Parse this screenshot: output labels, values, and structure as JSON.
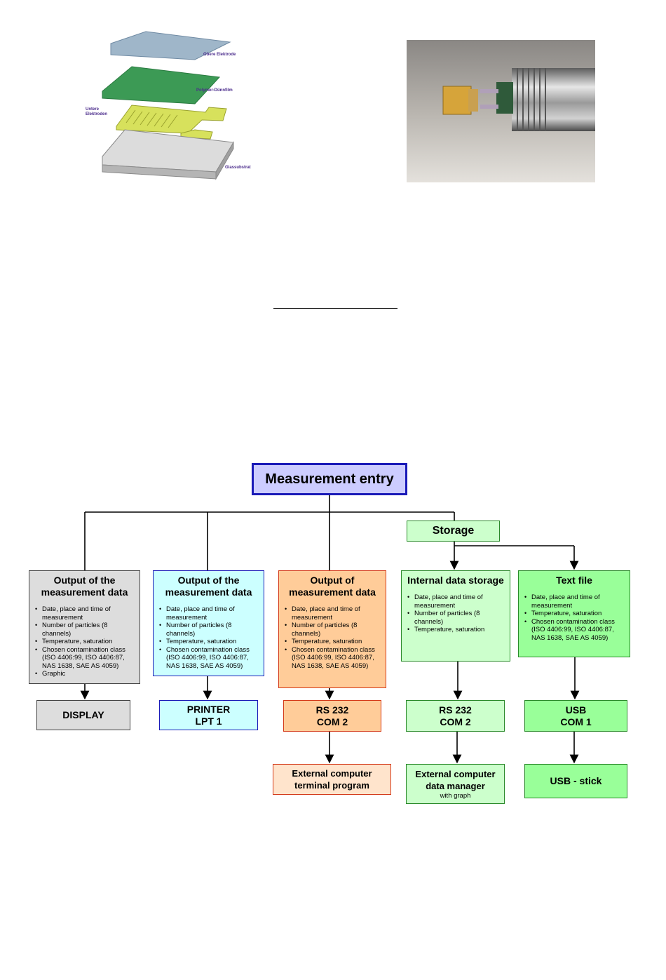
{
  "illustration": {
    "labels": [
      "Obere Elektrode",
      "Polymer-Dünnfilm",
      "Untere Elektroden",
      "Glassubstrat"
    ]
  },
  "flow": {
    "entry": "Measurement entry",
    "storage": "Storage",
    "columns": [
      {
        "title": "Output of the measurement data",
        "items": [
          "Date, place and time of measurement",
          "Number of particles (8 channels)",
          "Temperature, saturation",
          "Chosen contamination class (ISO 4406:99, ISO 4406:87, NAS 1638, SAE AS 4059)",
          "Graphic"
        ],
        "device": [
          "DISPLAY"
        ]
      },
      {
        "title": "Output of the measurement data",
        "items": [
          "Date, place and time of measurement",
          "Number of particles (8 channels)",
          "Temperature, saturation",
          "Chosen contamination class (ISO 4406:99, ISO 4406:87, NAS 1638, SAE AS 4059)"
        ],
        "device": [
          "PRINTER",
          "LPT 1"
        ]
      },
      {
        "title": "Output of measurement data",
        "items": [
          "Date, place and time of measurement",
          "Number of particles (8 channels)",
          "Temperature, saturation",
          "Chosen contamination class (ISO 4406:99, ISO 4406:87, NAS 1638, SAE AS 4059)"
        ],
        "device": [
          "RS 232",
          "COM 2"
        ],
        "external": [
          "External computer",
          "terminal program"
        ]
      },
      {
        "title": "Internal data storage",
        "items": [
          "Date, place and time of measurement",
          "Number of particles (8 channels)",
          "Temperature, saturation"
        ],
        "device": [
          "RS 232",
          "COM 2"
        ],
        "external": [
          "External computer",
          "data manager"
        ],
        "external_sub": "with graph"
      },
      {
        "title": "Text file",
        "items": [
          "Date, place and time of measurement",
          "Temperature, saturation",
          "Chosen contamination class (ISO 4406:99, ISO 4406:87, NAS 1638, SAE AS 4059)"
        ],
        "device": [
          "USB",
          "COM 1"
        ],
        "external": [
          "USB - stick"
        ]
      }
    ]
  }
}
